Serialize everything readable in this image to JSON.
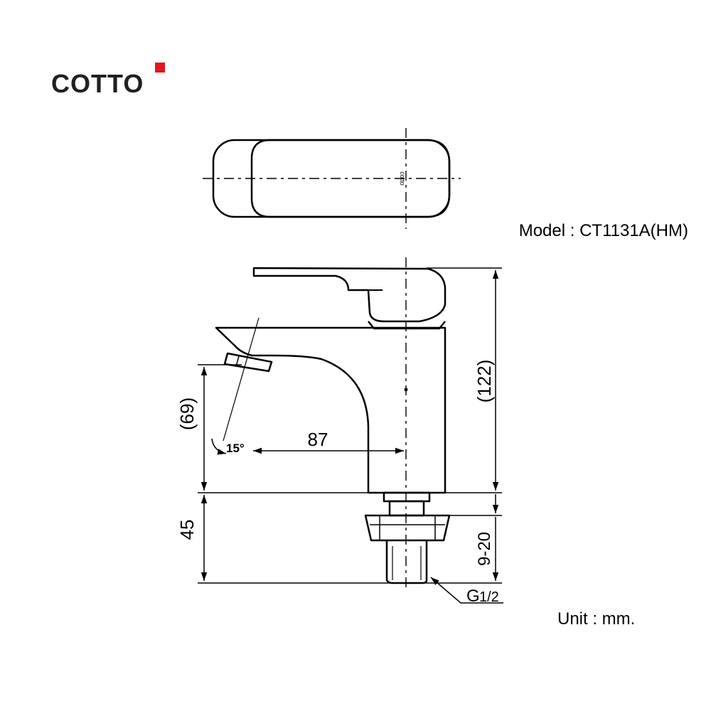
{
  "brand": {
    "name": "COTTO",
    "accent_color": "#e3161b"
  },
  "model_label": "Model : CT1131A(HM)",
  "unit_label": "Unit : mm.",
  "top_view": {
    "engraving": "cotto"
  },
  "dimensions": {
    "height_total": "(122)",
    "spout_height": "(69)",
    "spout_reach": "87",
    "spout_angle": "15°",
    "base_height": "45",
    "deck_range": "9-20",
    "thread": "G",
    "thread_fraction": "1/2"
  }
}
